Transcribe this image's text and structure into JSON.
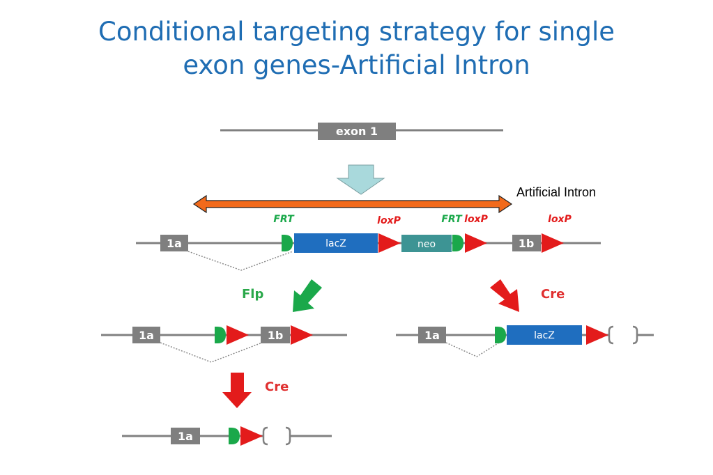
{
  "title": {
    "line1": "Conditional targeting strategy for single",
    "line2": "exon genes-Artificial Intron"
  },
  "labels": {
    "exon1": "exon 1",
    "artificial_intron": "Artificial Intron",
    "frt": "FRT",
    "loxp": "loxP",
    "lacz": "lacZ",
    "neo": "neo",
    "exon_1a": "1a",
    "exon_1b": "1b",
    "flp": "Flp",
    "cre": "Cre"
  },
  "colors": {
    "title": "#1f6db3",
    "backbone": "#808080",
    "exon_box": "#7f7f7f",
    "lacz": "#1f6ebf",
    "neo": "#3d9494",
    "loxp": "#e31b1b",
    "frt": "#1aa84a",
    "intron_arrow": "#f26a1b",
    "process_arrow": "#a9d9dc",
    "flp_text": "#2aa84a",
    "cre_text": "#e03030"
  },
  "icons": {
    "down_arrow": "block-down-arrow-icon",
    "double_arrow": "double-headed-arrow-icon",
    "loxp_site": "red-triangle-icon",
    "frt_site": "green-half-oval-icon"
  }
}
